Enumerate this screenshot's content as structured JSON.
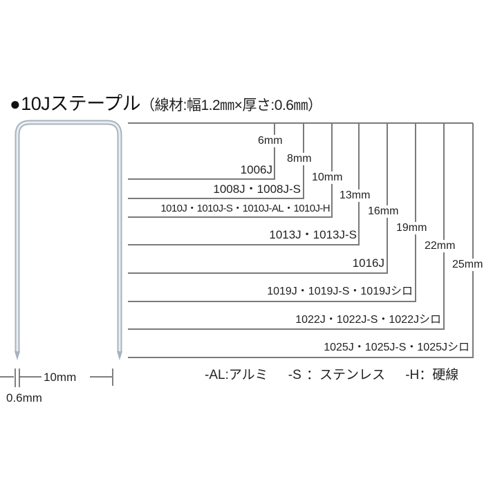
{
  "title": {
    "bullet": "●",
    "main": "10Jステープル",
    "spec": "（線材:幅1.2㎜×厚さ:0.6㎜）"
  },
  "staple": {
    "width_label": "10mm",
    "thickness_label": "0.6mm",
    "wire_color": "#c9d3dc"
  },
  "rows": [
    {
      "length": "6mm",
      "models": "1006J"
    },
    {
      "length": "8mm",
      "models": "1008J・1008J-S"
    },
    {
      "length": "10mm",
      "models": "1010J・1010J-S・1010J-AL・1010J-H"
    },
    {
      "length": "13mm",
      "models": "1013J・1013J-S"
    },
    {
      "length": "16mm",
      "models": "1016J"
    },
    {
      "length": "19mm",
      "models": "1019J・1019J-S・1019Jシロ"
    },
    {
      "length": "22mm",
      "models": "1022J・1022J-S・1022Jシロ"
    },
    {
      "length": "25mm",
      "models": "1025J・1025J-S・1025Jシロ"
    }
  ],
  "legend": {
    "al": "-AL:アルミ",
    "s": "-S ：ステンレス",
    "h": "-H：硬線"
  },
  "colors": {
    "line": "#7a7a7a",
    "text": "#222222"
  }
}
